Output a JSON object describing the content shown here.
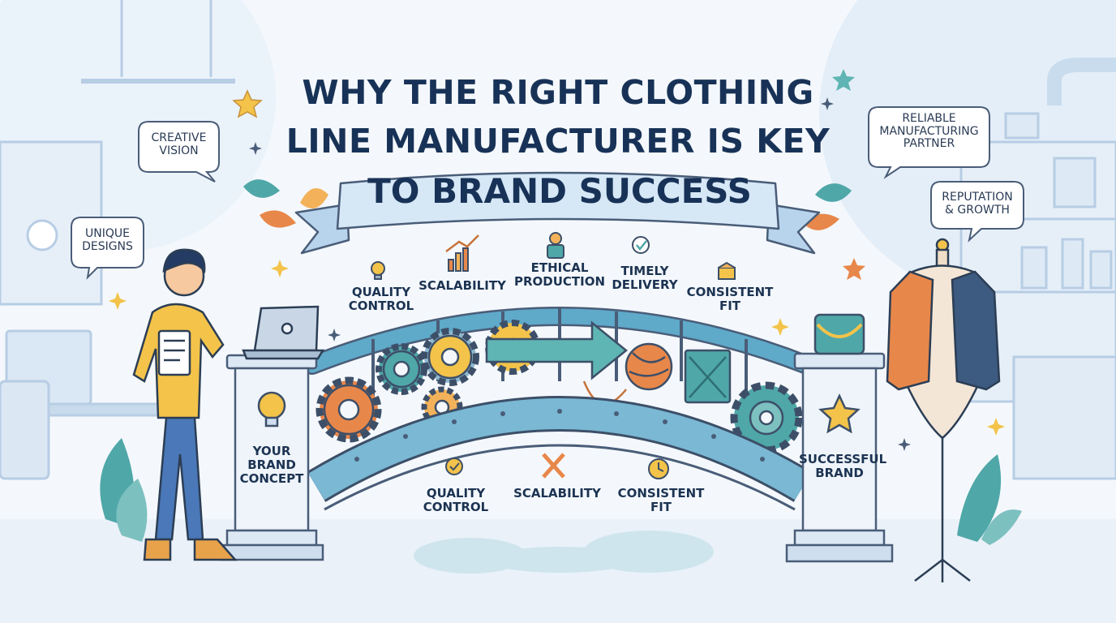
{
  "title": {
    "line1": "WHY THE RIGHT CLOTHING",
    "line2": "LINE MANUFACTURER IS KEY",
    "banner": "TO BRAND SUCCESS"
  },
  "bubbles": {
    "creative": "CREATIVE\nVISION",
    "unique": "UNIQUE\nDESIGNS",
    "reliable": "RELIABLE\nMANUFACTURING\nPARTNER",
    "reputation": "REPUTATION\n& GROWTH"
  },
  "top_labels": {
    "quality": "QUALITY\nCONTROL",
    "scalability": "SCALABILITY",
    "ethical": "ETHICAL\nPRODUCTION",
    "timely": "TIMELY\nDELIVERY",
    "consistent": "CONSISTENT\nFIT"
  },
  "bottom_labels": {
    "quality": "QUALITY\nCONTROL",
    "scalability": "SCALABILITY",
    "consistent": "CONSISTENT\nFIT"
  },
  "pillars": {
    "left": "YOUR\nBRAND\nCONCEPT",
    "right": "SUCCESSFUL\nBRAND"
  },
  "colors": {
    "title": "#183257",
    "bridge": "#5fa9c9",
    "gear_orange": "#e8874a",
    "gear_teal": "#4fa7a8",
    "accent_yellow": "#f3c34a"
  }
}
